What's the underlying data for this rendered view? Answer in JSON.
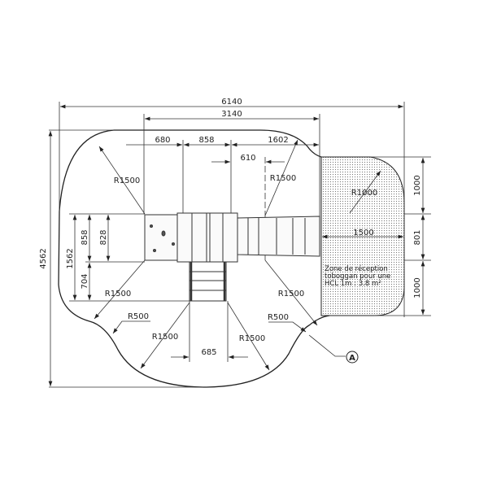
{
  "dimensions": {
    "overall_width": "6140",
    "inner_width": "3140",
    "d680": "680",
    "d858_top": "858",
    "d1602": "1602",
    "d610": "610",
    "overall_height": "4562",
    "d1562": "1562",
    "d858_left": "858",
    "d828": "828",
    "d704": "704",
    "d685": "685",
    "right_1000_top": "1000",
    "right_801": "801",
    "right_1000_bottom": "1000",
    "zone_width": "1500"
  },
  "radii": {
    "r_top_left": "R1500",
    "r_top_right": "R1500",
    "r_zone": "R1000",
    "r_left": "R1500",
    "r_left_small": "R500",
    "r_bottom_left": "R1500",
    "r_bottom_right": "R1500",
    "r_right": "R1500",
    "r_right_small": "R500"
  },
  "zone_label": [
    "Zone de réception",
    "toboggan pour une",
    "HCL 1m : 3.8 m²"
  ],
  "detail_marker": "A"
}
